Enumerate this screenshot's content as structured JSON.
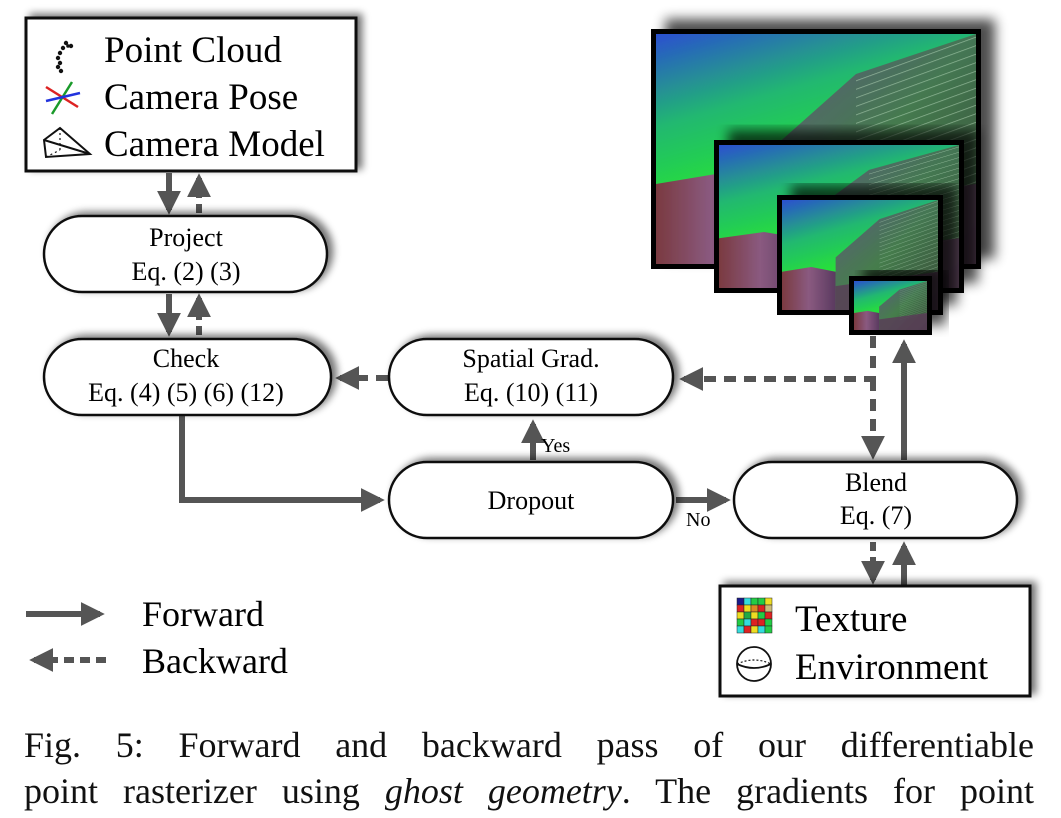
{
  "inputs_box": {
    "items": [
      {
        "icon": "point-cloud-icon",
        "label": "Point Cloud"
      },
      {
        "icon": "camera-pose-icon",
        "label": "Camera Pose"
      },
      {
        "icon": "camera-model-icon",
        "label": "Camera Model"
      }
    ]
  },
  "nodes": {
    "project": {
      "title": "Project",
      "eq": "Eq. (2) (3)"
    },
    "check": {
      "title": "Check",
      "eq": "Eq. (4) (5) (6) (12)"
    },
    "spatial_grad": {
      "title": "Spatial Grad.",
      "eq": "Eq. (10) (11)"
    },
    "dropout": {
      "title": "Dropout"
    },
    "blend": {
      "title": "Blend",
      "eq": "Eq. (7)"
    }
  },
  "edge_labels": {
    "yes": "Yes",
    "no": "No"
  },
  "outputs_box": {
    "items": [
      {
        "icon": "texture-icon",
        "label": "Texture"
      },
      {
        "icon": "environment-sphere-icon",
        "label": "Environment"
      }
    ]
  },
  "image_pyramid": {
    "description": "Rendered image pyramid",
    "levels": 4
  },
  "legend": {
    "forward": "Forward",
    "backward": "Backward"
  },
  "colors": {
    "arrow": "#555555",
    "sky_green": "#22dd33",
    "sky_blue": "#2255cc",
    "building_purple": "#8a4a90"
  },
  "caption": {
    "prefix": "Fig. 5: Forward and backward pass of our differentiable",
    "line2_start": "point rasterizer using ",
    "emphasis": "ghost geometry",
    "line2_end": ". The gradients for point"
  }
}
